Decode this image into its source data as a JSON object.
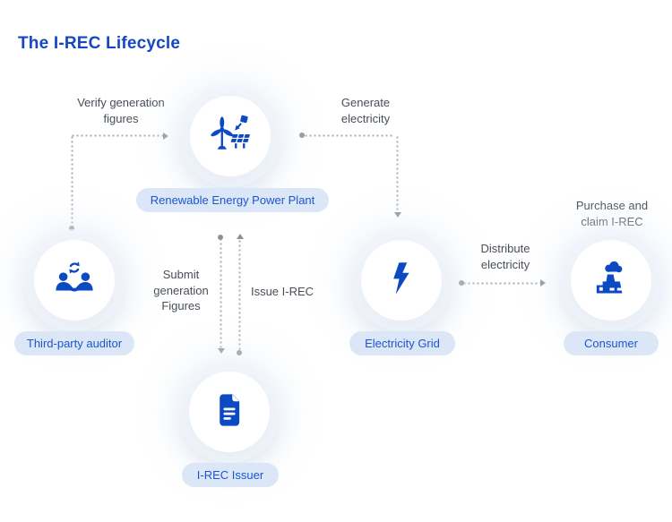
{
  "title": "The I-REC Lifecycle",
  "nodes": {
    "power_plant": {
      "label": "Renewable Energy Power Plant",
      "icon": "wind-turbine-solar-panel-icon"
    },
    "auditor": {
      "label": "Third-party auditor",
      "icon": "handshake-sync-icon"
    },
    "grid": {
      "label": "Electricity Grid",
      "icon": "lightning-bolt-icon"
    },
    "consumer": {
      "label": "Consumer",
      "icon": "factory-icon"
    },
    "issuer": {
      "label": "I-REC Issuer",
      "icon": "document-icon"
    }
  },
  "flow_labels": {
    "verify": {
      "lines": [
        "Verify generation",
        "figures"
      ]
    },
    "generate": {
      "lines": [
        "Generate",
        "electricity"
      ]
    },
    "submit": {
      "lines": [
        "Submit",
        "generation",
        "Figures"
      ]
    },
    "issue": {
      "lines": [
        "Issue I-REC"
      ]
    },
    "distribute": {
      "lines": [
        "Distribute",
        "electricity"
      ]
    },
    "purchase": {
      "lines": [
        "Purchase and",
        "claim I-REC"
      ]
    }
  },
  "colors": {
    "title_blue": "#1547c4",
    "icon_blue": "#0d49c3",
    "pill_background": "#dbe7f6",
    "pill_text": "#1d55cf",
    "dotted_line": "#a7acb3",
    "arrow_solid": "#8b9198",
    "label_text": "#474e57"
  }
}
